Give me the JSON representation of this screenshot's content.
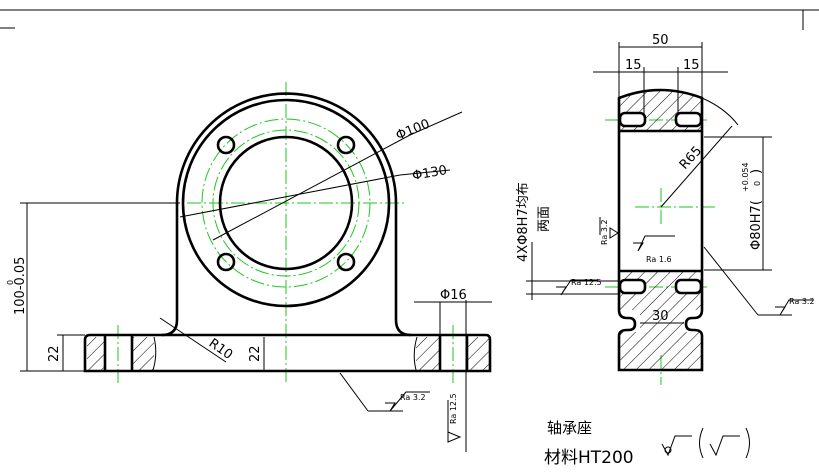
{
  "drawing": {
    "title": "轴承座",
    "material": "材料HT200",
    "surface_symbol_note": "√‾ (√‾)",
    "front_view": {
      "dim_d100": "Φ100",
      "dim_d130": "Φ130",
      "dim_height": "100-0.05",
      "dim_height_upper_tol": "0",
      "dim_base_thickness_left": "22",
      "dim_base_thickness_mid": "22",
      "dim_fillet": "R10",
      "dim_hole": "Φ16",
      "roughness_bottom": "Ra 3.2",
      "roughness_hole": "Ra 12.5"
    },
    "side_view": {
      "dim_width": "50",
      "dim_left_15": "15",
      "dim_right_15": "15",
      "dim_radius": "R65",
      "dim_bore": "Φ80H7(",
      "dim_bore_tol": "+0.054",
      "dim_bore_tol_low": "0",
      "dim_bore_close": ")",
      "dim_neck": "30",
      "note_holes": "4XΦ8H7均布",
      "note_both_sides": "两面",
      "roughness_face": "Ra 3.2",
      "roughness_bore": "Ra 1.6",
      "roughness_slot": "Ra 12.5",
      "roughness_right": "Ra 3.2"
    }
  },
  "colors": {
    "outline": "#000000",
    "centerline": "#1fc71f"
  }
}
